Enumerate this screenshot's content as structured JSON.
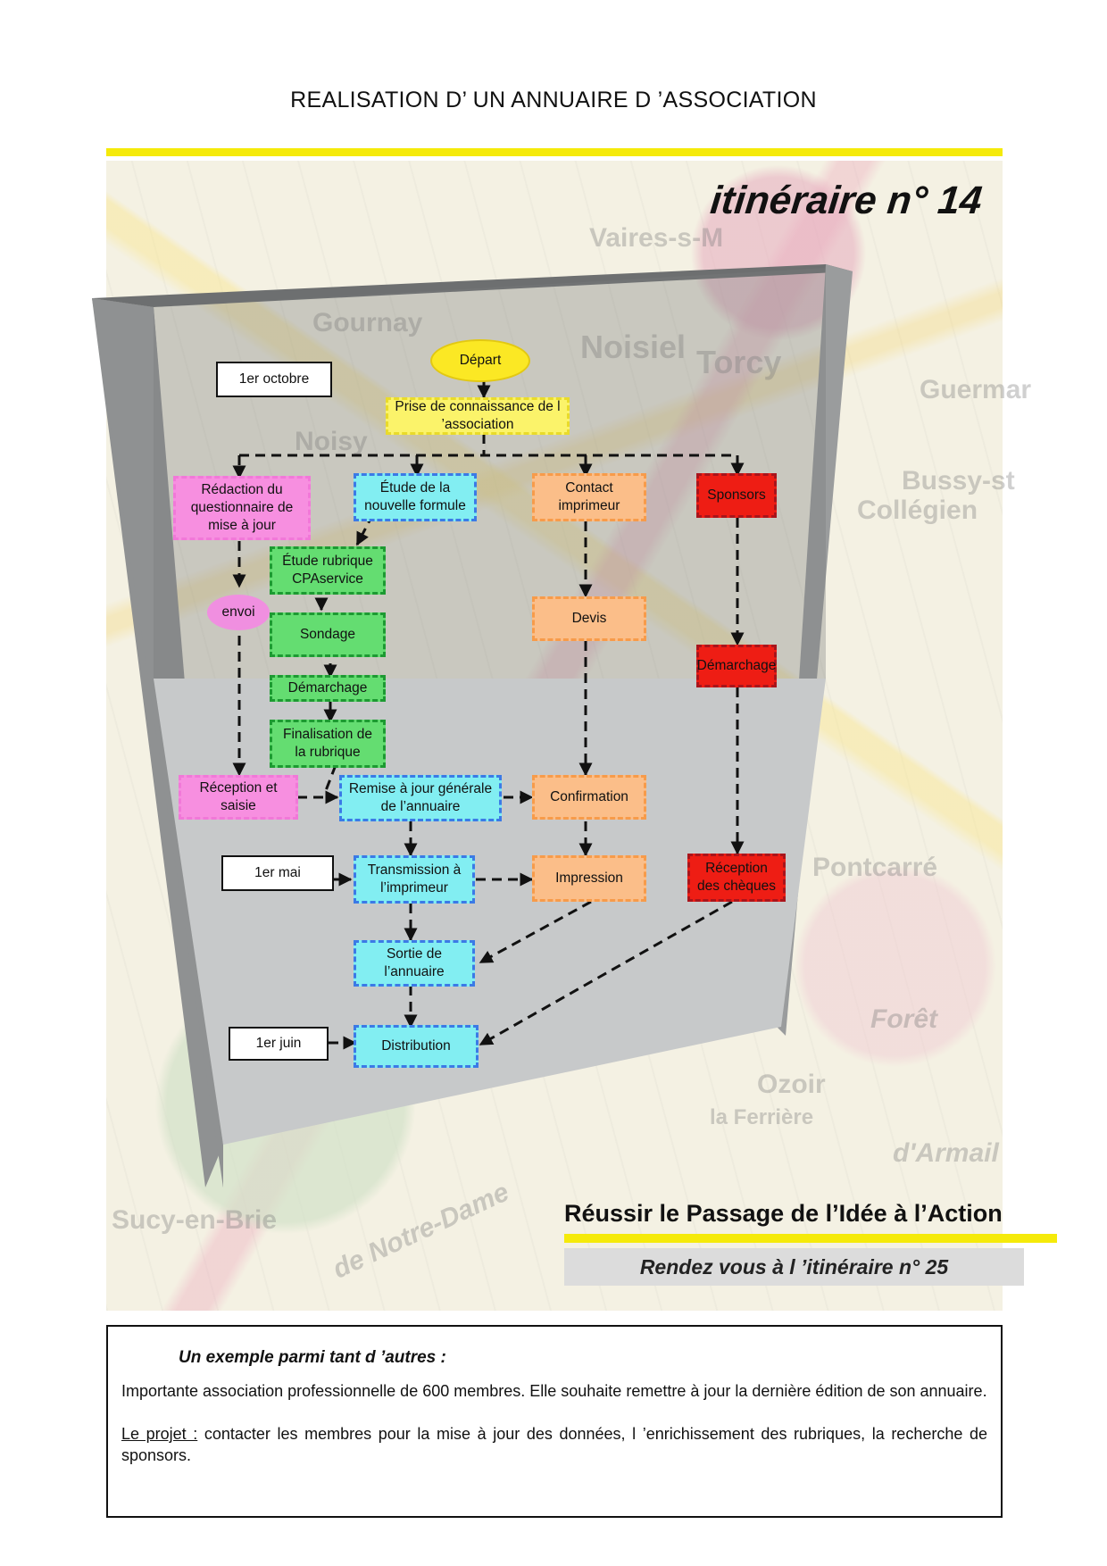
{
  "document": {
    "title": "REALISATION D’ UN ANNUAIRE D ’ASSOCIATION",
    "itinerary": "itinéraire n° 14"
  },
  "map_labels": [
    "Vaires-s-M",
    "Noisiel",
    "Torcy",
    "Gournay",
    "Noisy",
    "Pontcarré",
    "Forêt",
    "Ozoir",
    "la Ferrière",
    "Sucy-en-Brie",
    "de Notre-Dame",
    "d'Armail",
    "Bussy-st",
    "Collégien",
    "Guermar"
  ],
  "diagram": {
    "dates": {
      "oct": "1er octobre",
      "mai": "1er mai",
      "juin": "1er juin"
    },
    "nodes": {
      "depart": "Départ",
      "prise": "Prise de connaissance de l ’association",
      "redaction": "Rédaction du questionnaire de mise à jour",
      "etude_formule": "Étude de la nouvelle formule",
      "contact": "Contact imprimeur",
      "sponsors": "Sponsors",
      "etude_rubrique": "Étude rubrique CPAservice",
      "envoi": "envoi",
      "sondage": "Sondage",
      "devis": "Devis",
      "demarchage_green": "Démarchage",
      "demarchage_red": "Démarchage",
      "finalisation": "Finalisation de la rubrique",
      "reception_saisie": "Réception et saisie",
      "remise": "Remise à jour générale de l’annuaire",
      "confirmation": "Confirmation",
      "transmission": "Transmission à l’imprimeur",
      "impression": "Impression",
      "reception_cheques": "Réception des chèques",
      "sortie": "Sortie de l’annuaire",
      "distribution": "Distribution"
    }
  },
  "footer": {
    "reussir": "Réussir le Passage de l’Idée à l’Action",
    "rendezvous": "Rendez vous à l ’itinéraire  n° 25"
  },
  "example": {
    "heading": "Un exemple parmi tant d ’autres :",
    "paragraph1": "Importante association professionnelle de 600 membres. Elle souhaite remettre à jour la dernière édition de son annuaire.",
    "projet_label": "Le projet :",
    "paragraph2": " contacter les membres pour la mise à jour des données, l ’enrichissement des rubriques, la recherche de sponsors."
  },
  "colors": {
    "accent_yellow": "#f5ea0a",
    "panel_gray": "#c7c9ca",
    "wall_gray": "#9a9c9d"
  }
}
